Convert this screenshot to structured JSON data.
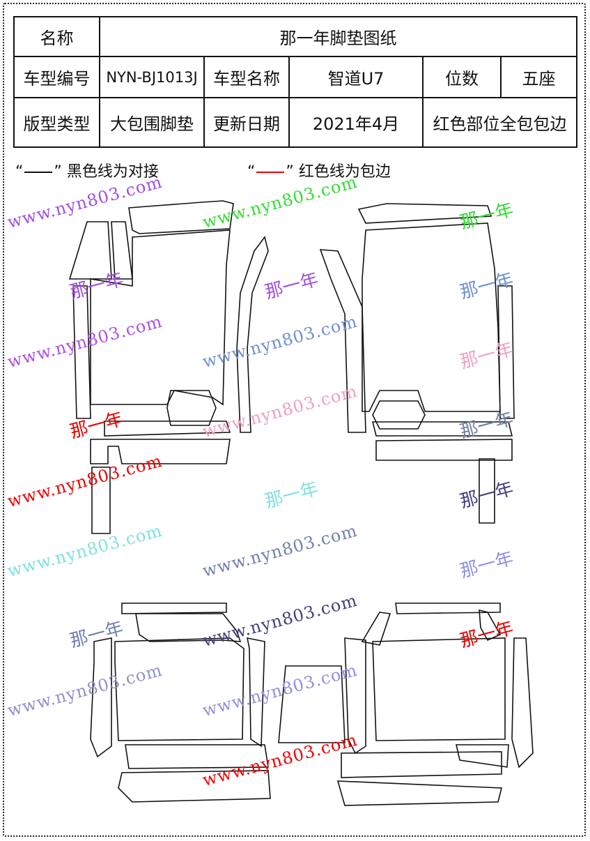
{
  "table": {
    "name_label": "名称",
    "name_value": "那一年脚垫图纸",
    "model_code_label": "车型编号",
    "model_code_value": "NYN-BJ1013J",
    "model_name_label": "车型名称",
    "model_name_value": "智道U7",
    "seats_label": "位数",
    "seats_value": "五座",
    "type_label": "版型类型",
    "type_value": "大包围脚垫",
    "date_label": "更新日期",
    "date_value": "2021年4月",
    "note": "红色部位全包包边"
  },
  "legend": {
    "black_text": "黑色线为对接",
    "red_text": "红色线为包边",
    "open_quote": "“",
    "close_quote": "”",
    "black_color": "#111111",
    "red_color": "#e00000"
  },
  "watermarks": {
    "url": "www.nyn803.com",
    "brand": "那一年"
  }
}
